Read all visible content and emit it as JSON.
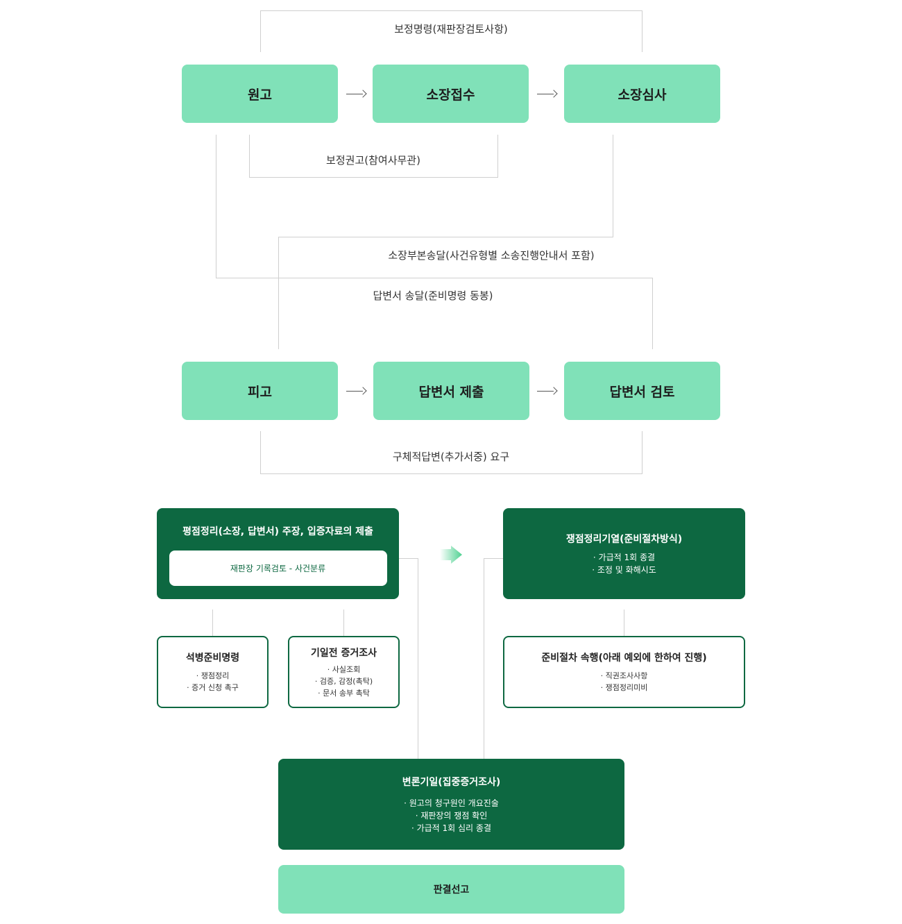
{
  "top_flow": {
    "row1": [
      "원고",
      "소장접수",
      "소장심사"
    ],
    "row2": [
      "피고",
      "답변서 제출",
      "답변서 검토"
    ],
    "correction_order": "보정명령(재판장검토사항)",
    "correction_advice": "보정권고(참여사무관)",
    "complaint_copy": "소장부본송달(사건유형별 소송진행안내서 포함)",
    "answer_delivery": "답변서 송달(준비명령 동봉)",
    "specific_answer": "구체적답변(추가서중) 요구"
  },
  "bottom_flow": {
    "issue_box": {
      "title": "평점정리(소장, 답변서) 주장, 입증자료의 제출",
      "inner": "재판장 기록검토 - 사건분류"
    },
    "prep_order": {
      "title": "석병준비명령",
      "items": [
        "· 쟁점정리",
        "· 증거 신청 촉구"
      ]
    },
    "pre_evidence": {
      "title": "기일전 증거조사",
      "items": [
        "· 사실조회",
        "· 검증, 감정(촉탁)",
        "· 문서 송부 촉탁"
      ]
    },
    "issue_hearing": {
      "title": "쟁점정리기열(준비절차방식)",
      "items": [
        "· 가급적 1회 종결",
        "· 조정 및 화해시도"
      ]
    },
    "prep_procedure": {
      "title": "준비절차 속행(아래 예외에 한하여 진행)",
      "items": [
        "· 직권조사사항",
        "· 쟁점정리미비"
      ]
    },
    "pleading_date": {
      "title": "변론기일(집중증거조사)",
      "items": [
        "· 원고의 청구원인 개요진술",
        "· 재판장의 쟁점 확인",
        "· 가급적 1회 심리 종결"
      ]
    },
    "verdict": "판결선고"
  },
  "colors": {
    "mint": "#80e1b8",
    "dark_green": "#0d6841",
    "line": "#cfcfcf"
  }
}
